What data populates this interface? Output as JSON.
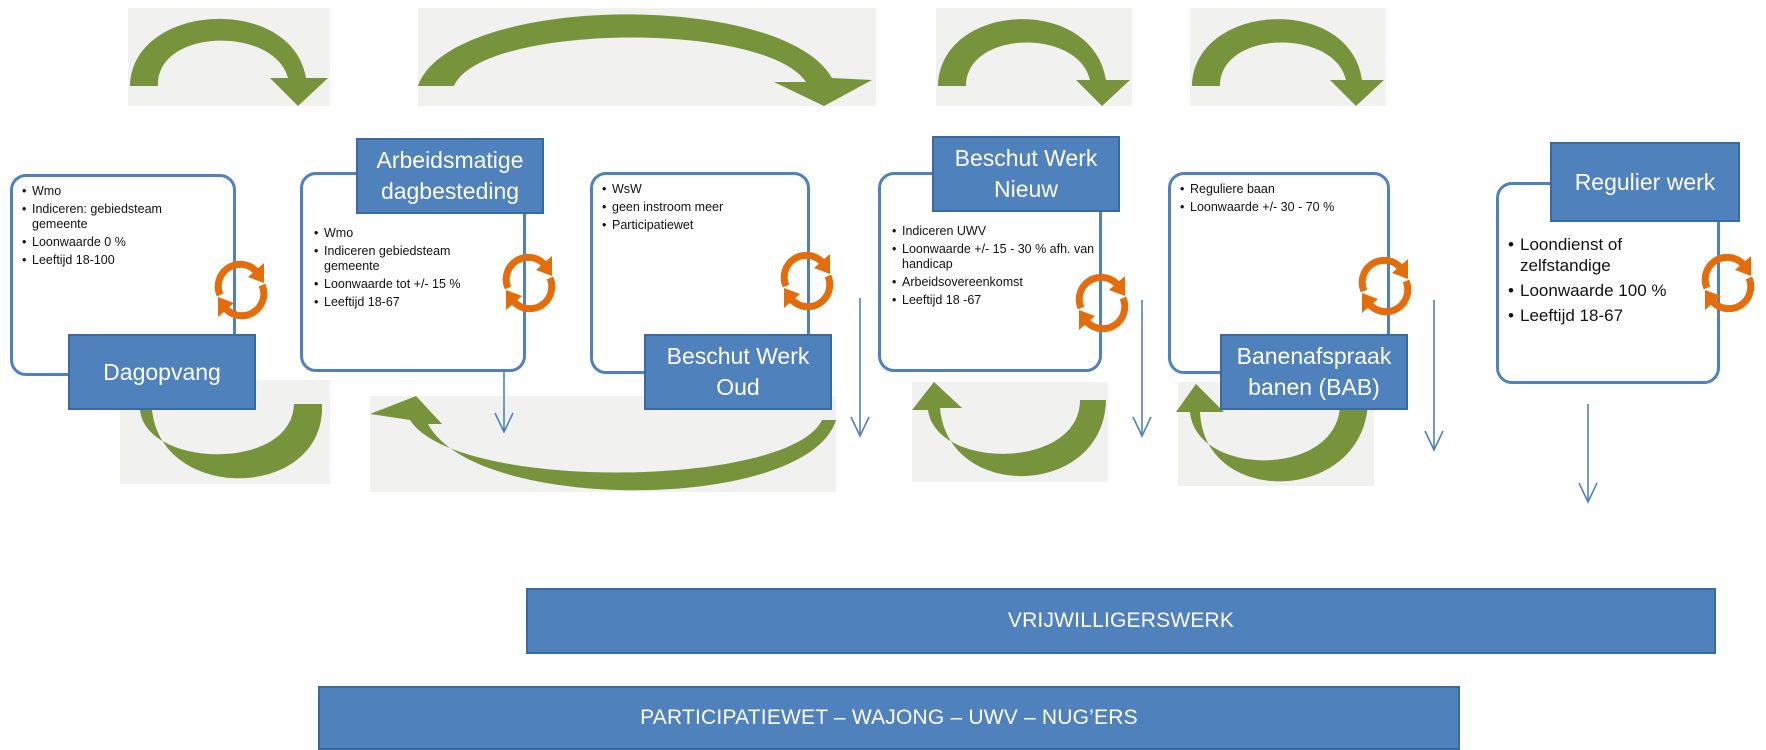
{
  "stages": [
    {
      "label": "Dagopvang",
      "bullets": [
        "Wmo",
        "Indiceren: gebiedsteam gemeente",
        "Loonwaarde 0 %",
        "Leeftijd 18-100"
      ]
    },
    {
      "label": "Arbeidsmatige\ndagbesteding",
      "bullets": [
        "Wmo",
        "Indiceren gebiedsteam gemeente",
        "Loonwaarde   tot +/-  15 %",
        "Leeftijd 18-67"
      ]
    },
    {
      "label": "Beschut Werk\nOud",
      "bullets": [
        "WsW",
        "geen instroom meer",
        "Participatiewet"
      ]
    },
    {
      "label": "Beschut Werk\nNieuw",
      "bullets": [
        "Indiceren UWV",
        "Loonwaarde +/- 15 - 30 % afh. van handicap",
        "Arbeidsovereenkomst",
        "Leeftijd 18 -67"
      ]
    },
    {
      "label": "Banenafspraak\nbanen (BAB)",
      "bullets": [
        "Reguliere baan",
        "Loonwaarde +/- 30 - 70 %"
      ]
    },
    {
      "label": "Regulier werk",
      "bullets": [
        "Loondienst of zelfstandige",
        "Loonwaarde 100 %",
        "Leeftijd 18-67"
      ]
    }
  ],
  "bars": {
    "vrijwilligerswerk": "VRIJWILLIGERSWERK",
    "participatiewet": "PARTICIPATIEWET – WAJONG – UWV – NUG’ERS"
  },
  "colors": {
    "box_fill": "#4f81bd",
    "card_border": "#4f81bd",
    "arrow_green": "#77933c",
    "cycle_orange": "#e46c0a"
  },
  "icons": [
    "curved-arrow-icon",
    "cycle-icon",
    "down-arrow-icon"
  ]
}
